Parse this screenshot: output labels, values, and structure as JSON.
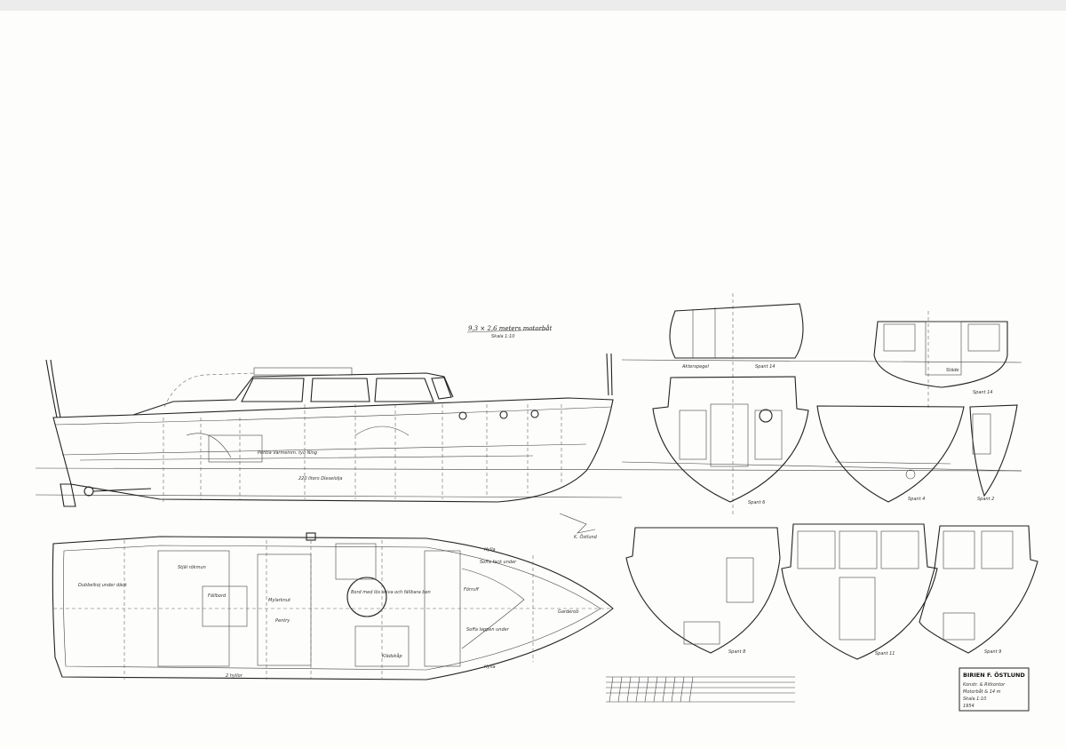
{
  "drawing": {
    "title": "9,3 × 2,6 meters motorbåt",
    "scale": "Skala 1:10",
    "signature": "K. Östlund"
  },
  "profile_labels": {
    "cabin_heater": "Pentia Värmeinm. tyo Ning",
    "fuel": "220 liters Dieselolja"
  },
  "plan_labels": {
    "double_berth": "Dubbelkoj under däck",
    "locker_under": "Stjäl rökmun",
    "fallbord": "Fällbord",
    "mylar": "Mylarknut",
    "pentry": "Pentry",
    "hylla_top": "Hylla",
    "soffa_top": "Soffa fack under",
    "soffa_bottom": "Soffa lappen under",
    "klaesskap": "Klädskåp",
    "hylla_bottom": "Hylla",
    "tvahyllor": "2 hyllor",
    "bord": "Bord med lös skiva och fällbara ben",
    "forruff": "Förruff",
    "garderob": "Garderob"
  },
  "section_labels": {
    "s1": "Akterspegel",
    "s2": "Spant 14",
    "s3": "Städe",
    "s4": "Spant 14",
    "s5": "Spant 6",
    "s6": "Spant 4",
    "s7": "Spant 2",
    "s8": "Spant 8",
    "s9": "Spant 11",
    "s10": "Spant 9"
  },
  "stamp": {
    "company": "BIRIEN F. ÖSTLUND",
    "line1": "Konstr. & Ritkontor",
    "line2": "Motorbåt & 14 m",
    "line3": "Skala 1:10",
    "line4": "1954"
  }
}
